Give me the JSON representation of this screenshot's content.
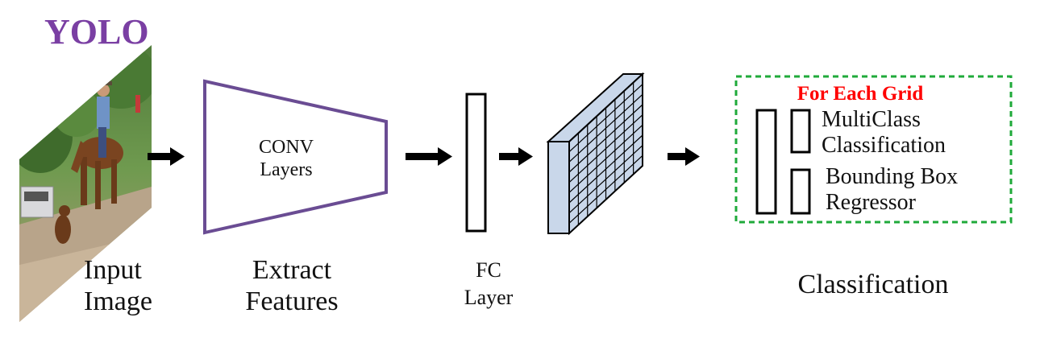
{
  "title": "YOLO",
  "colors": {
    "title": "#7a3fa3",
    "conv_outline": "#6a4c93",
    "grid_label": "#ff0000",
    "dashed_box": "#1faa3a",
    "cube_fill": "#c9d7ea",
    "arrow": "#000000"
  },
  "input": {
    "line1": "Input",
    "line2": "Image"
  },
  "conv": {
    "line1": "CONV",
    "line2": "Layers"
  },
  "extract": {
    "line1": "Extract",
    "line2": "Features"
  },
  "fc": {
    "line1": "FC",
    "line2": "Layer"
  },
  "grid_box": {
    "header": "For Each Grid",
    "multiclass_line1": "MultiClass",
    "multiclass_line2": "Classification",
    "bbox_line1": "Bounding Box",
    "bbox_line2": "Regressor"
  },
  "classification": "Classification"
}
